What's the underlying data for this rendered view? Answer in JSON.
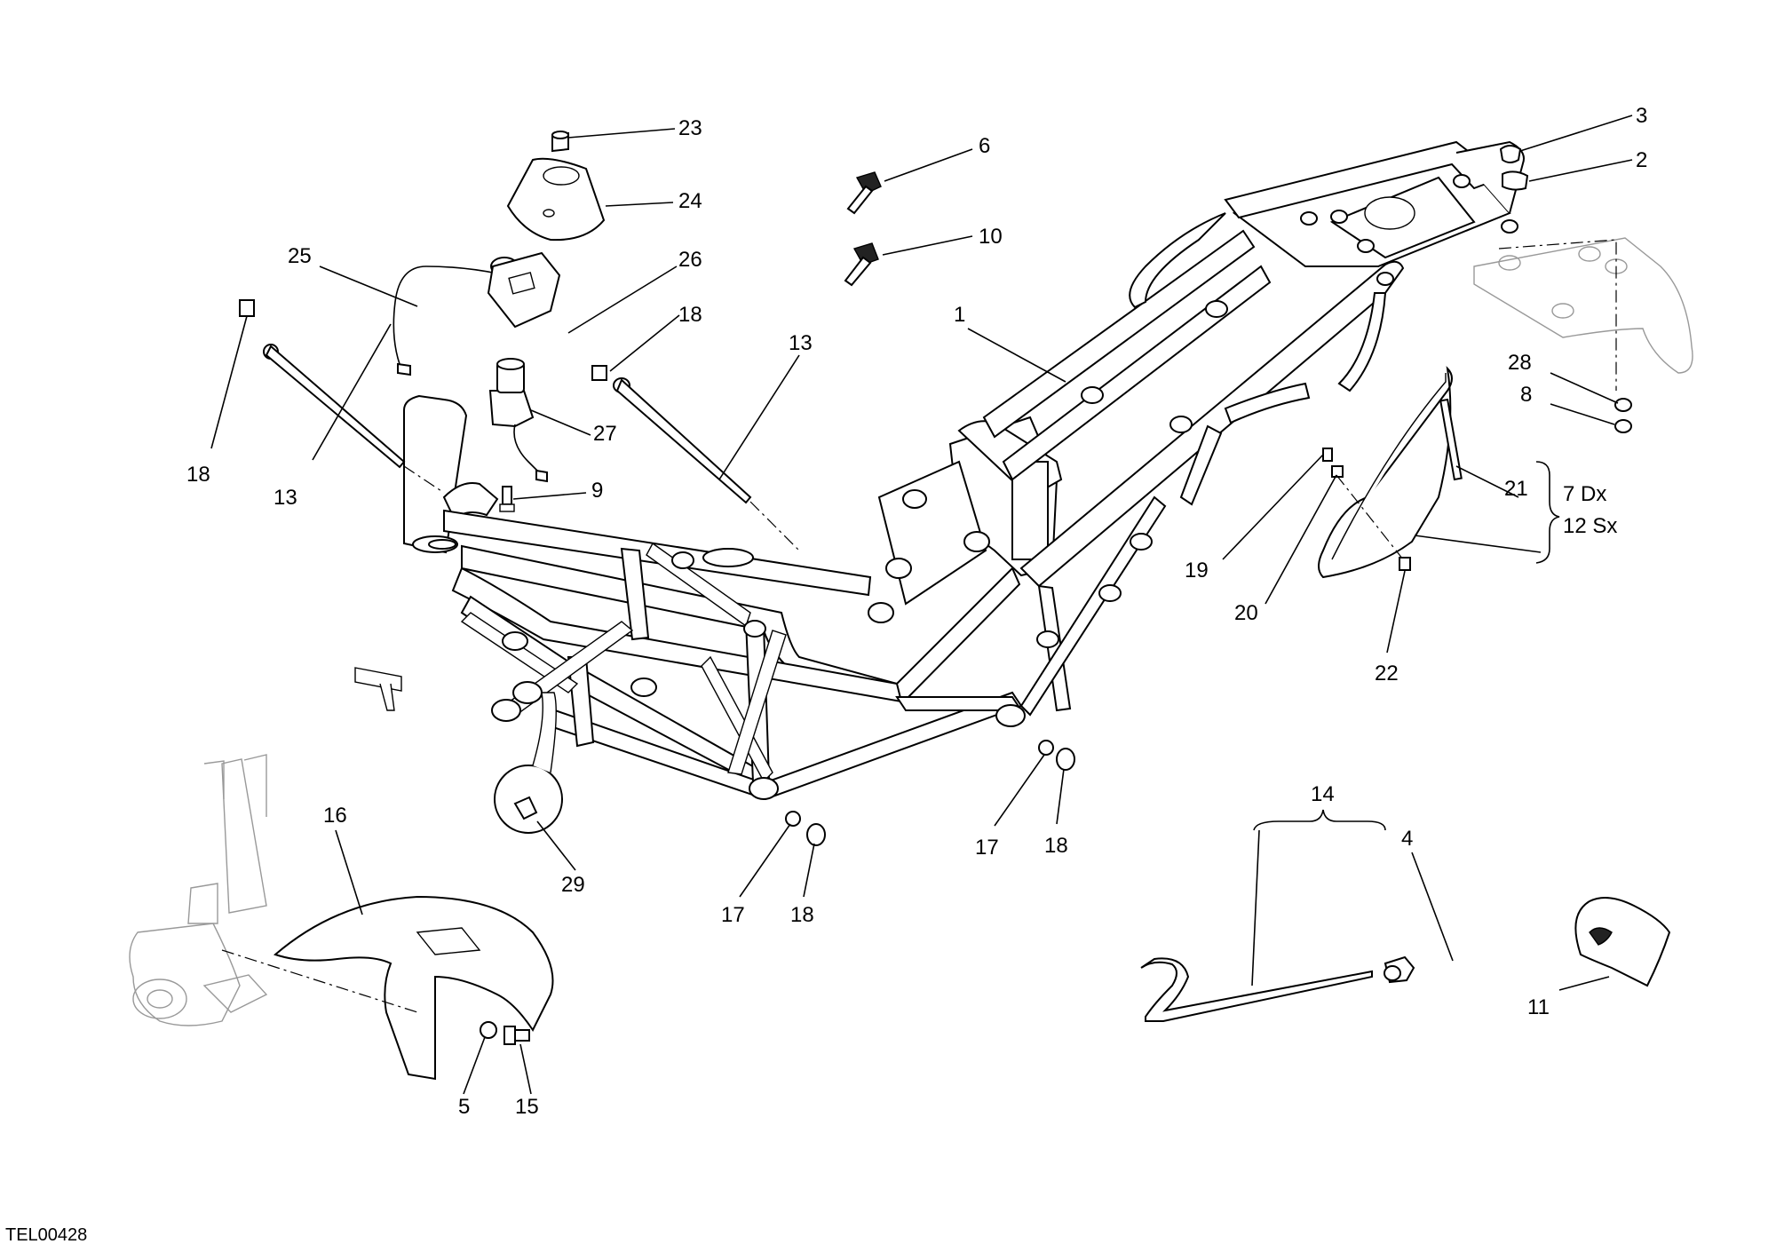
{
  "reference_code": "TEL00428",
  "callouts": {
    "c1": "1",
    "c2": "2",
    "c3": "3",
    "c4": "4",
    "c5": "5",
    "c6": "6",
    "c8": "8",
    "c9": "9",
    "c10": "10",
    "c11": "11",
    "c13a": "13",
    "c13b": "13",
    "c14": "14",
    "c15": "15",
    "c16": "16",
    "c17a": "17",
    "c17b": "17",
    "c18a": "18",
    "c18b": "18",
    "c18c": "18",
    "c18d": "18",
    "c19": "19",
    "c20": "20",
    "c21": "21",
    "c22": "22",
    "c23": "23",
    "c24": "24",
    "c25": "25",
    "c26": "26",
    "c27": "27",
    "c28": "28",
    "c29": "29"
  },
  "variant_notes": {
    "right": "7 Dx",
    "left": "12 Sx"
  }
}
